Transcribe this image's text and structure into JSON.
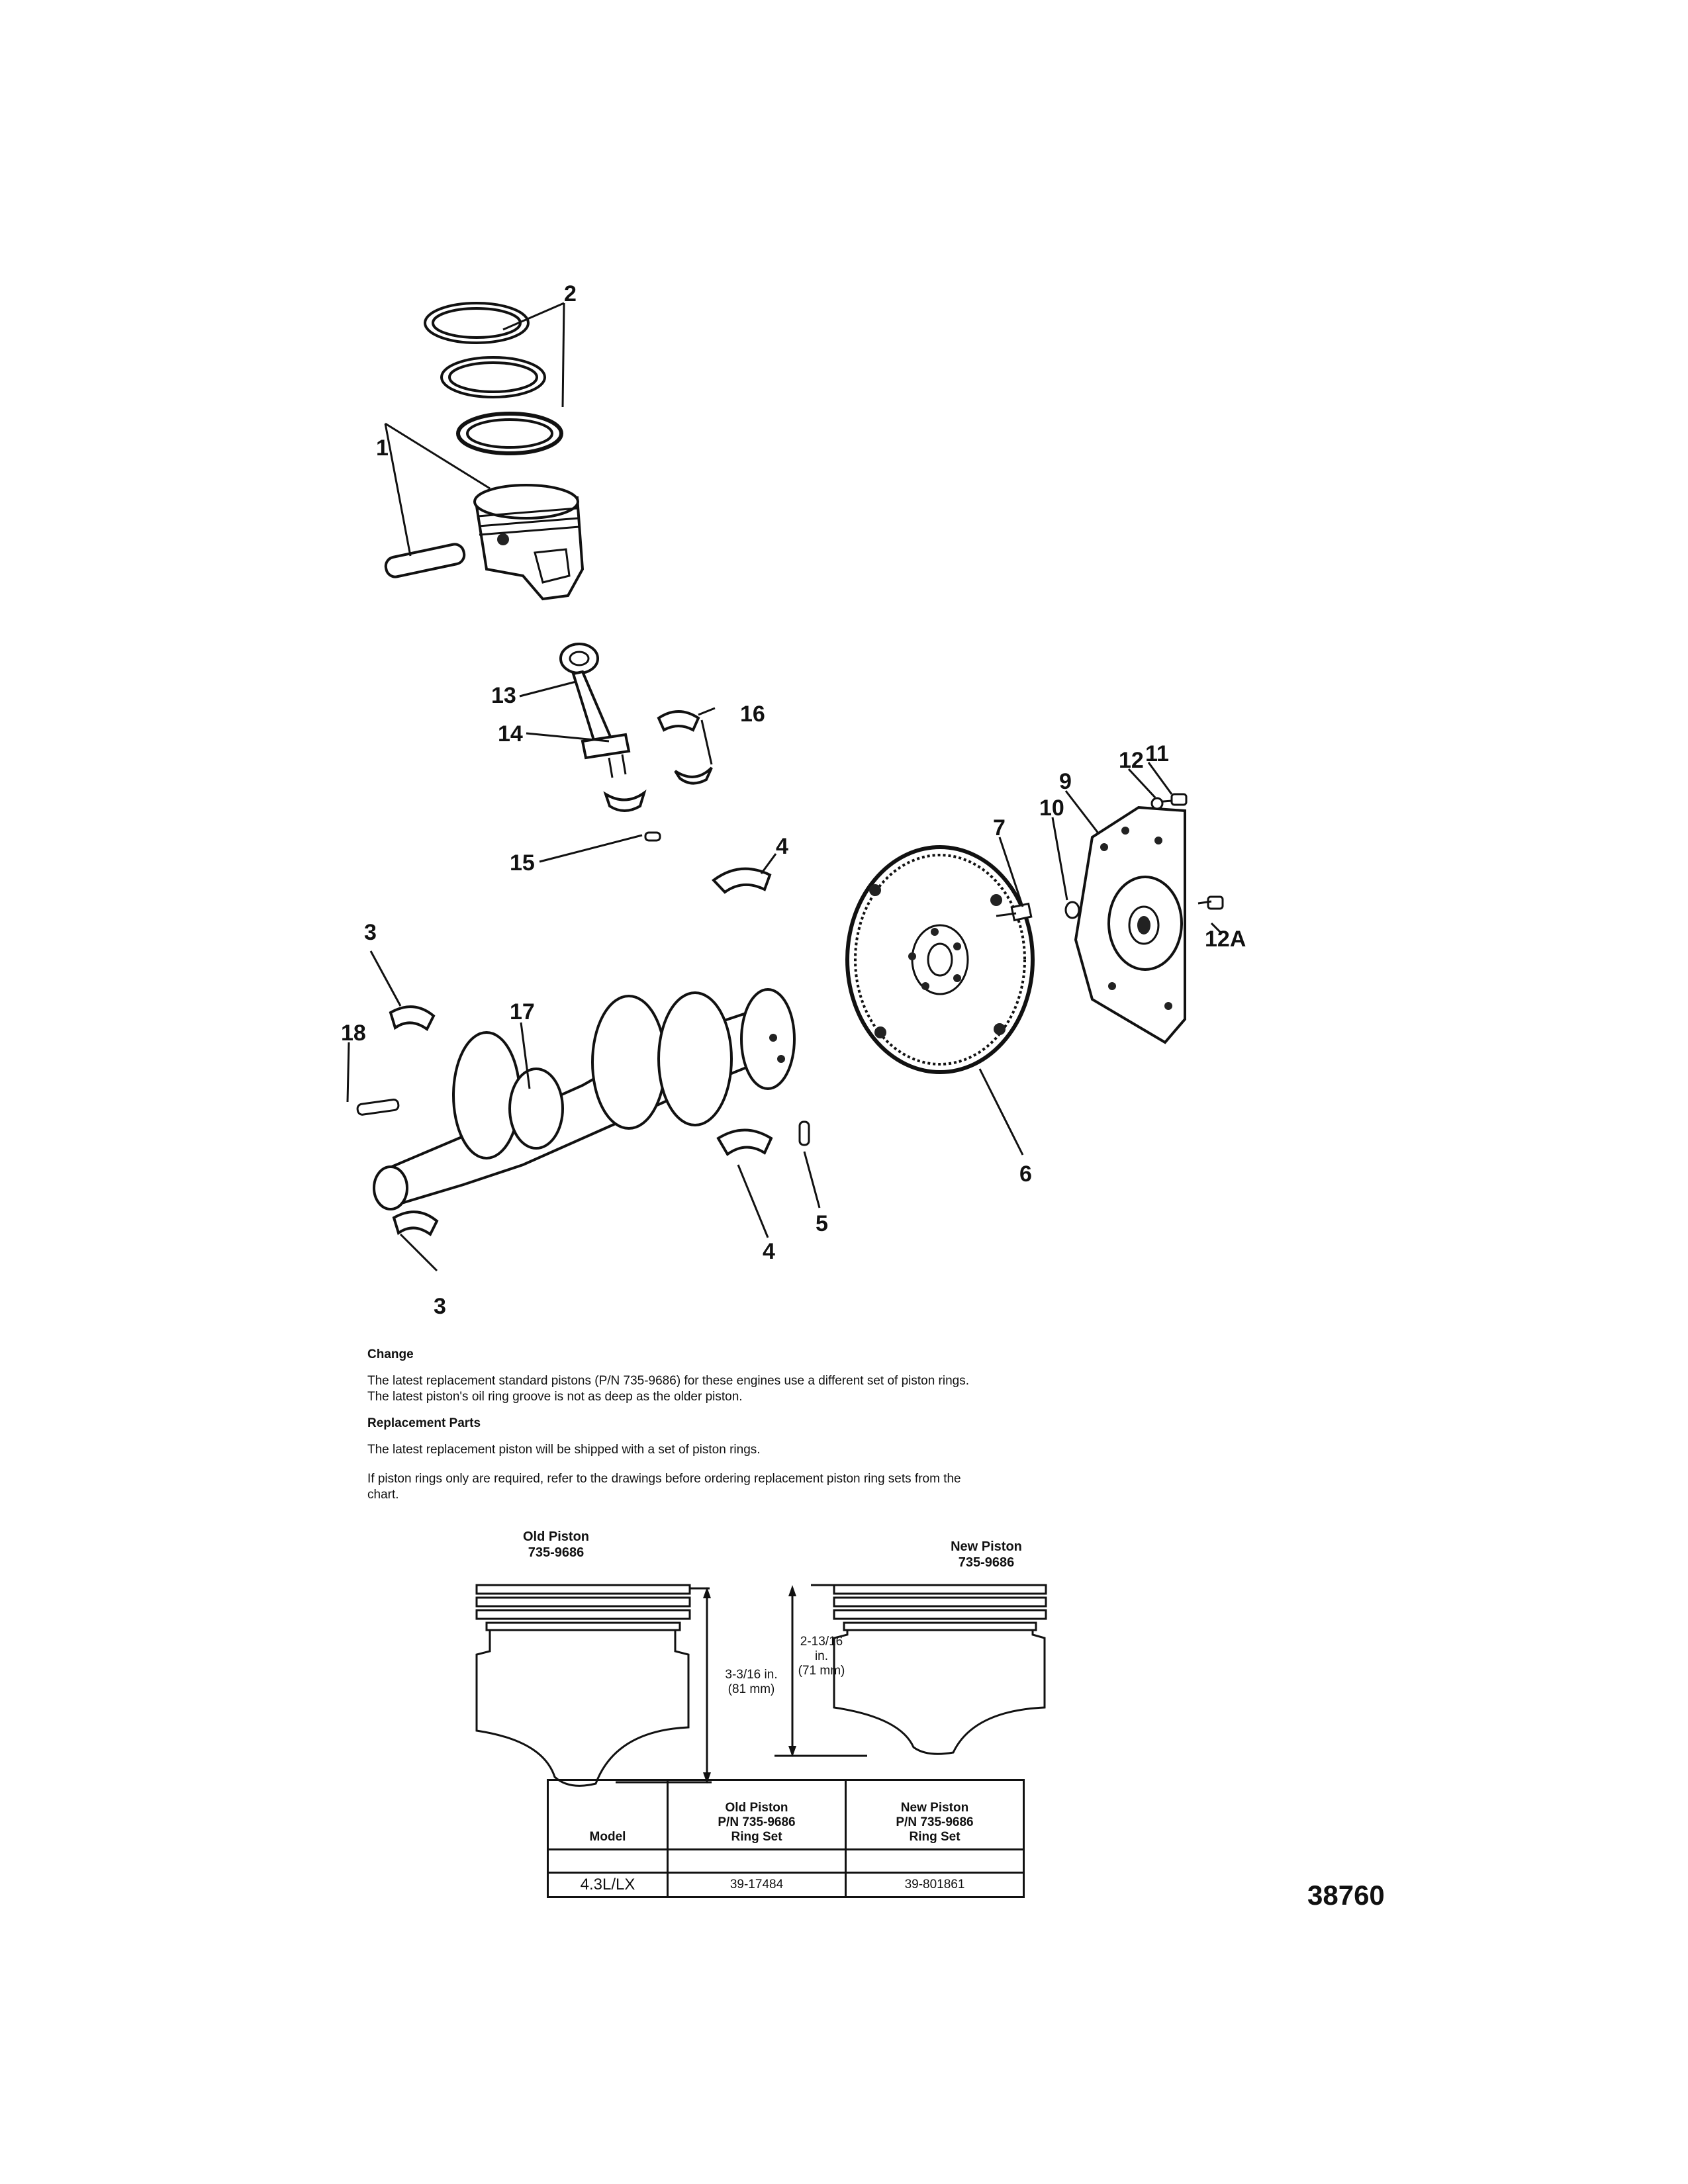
{
  "callouts": {
    "c1": "1",
    "c2": "2",
    "c3a": "3",
    "c3b": "3",
    "c4a": "4",
    "c4b": "4",
    "c5": "5",
    "c6": "6",
    "c7": "7",
    "c9": "9",
    "c10": "10",
    "c11": "11",
    "c12": "12",
    "c12a": "12A",
    "c13": "13",
    "c14": "14",
    "c15": "15",
    "c16": "16",
    "c17": "17",
    "c18": "18"
  },
  "notes": {
    "change_heading": "Change",
    "change_text_1": "The latest replacement standard pistons (P/N 735-9686) for these engines use a different set of piston rings.",
    "change_text_2": "The latest piston's oil ring groove is not as deep as the older piston.",
    "replacement_heading": "Replacement Parts",
    "replacement_text": "The latest replacement piston will be shipped with a set of piston rings.",
    "rings_text_1": "If piston rings only are required, refer to the drawings before ordering replacement piston ring sets from the",
    "rings_text_2": "chart."
  },
  "pistons": {
    "old_title": "Old Piston",
    "old_pn": "735-9686",
    "new_title": "New Piston",
    "new_pn": "735-9686",
    "old_dim_1": "3-3/16 in.",
    "old_dim_2": "(81 mm)",
    "new_dim_1": "2-13/16",
    "new_dim_2": "in.",
    "new_dim_3": "(71 mm)"
  },
  "ring_table": {
    "col_model": "Model",
    "col_old_1": "Old Piston",
    "col_old_2": "P/N 735-9686",
    "col_old_3": "Ring Set",
    "col_new_1": "New Piston",
    "col_new_2": "P/N 735-9686",
    "col_new_3": "Ring Set",
    "row_model": "4.3L/LX",
    "row_old": "39-17484",
    "row_new": "39-801861"
  },
  "reference_number": "38760"
}
